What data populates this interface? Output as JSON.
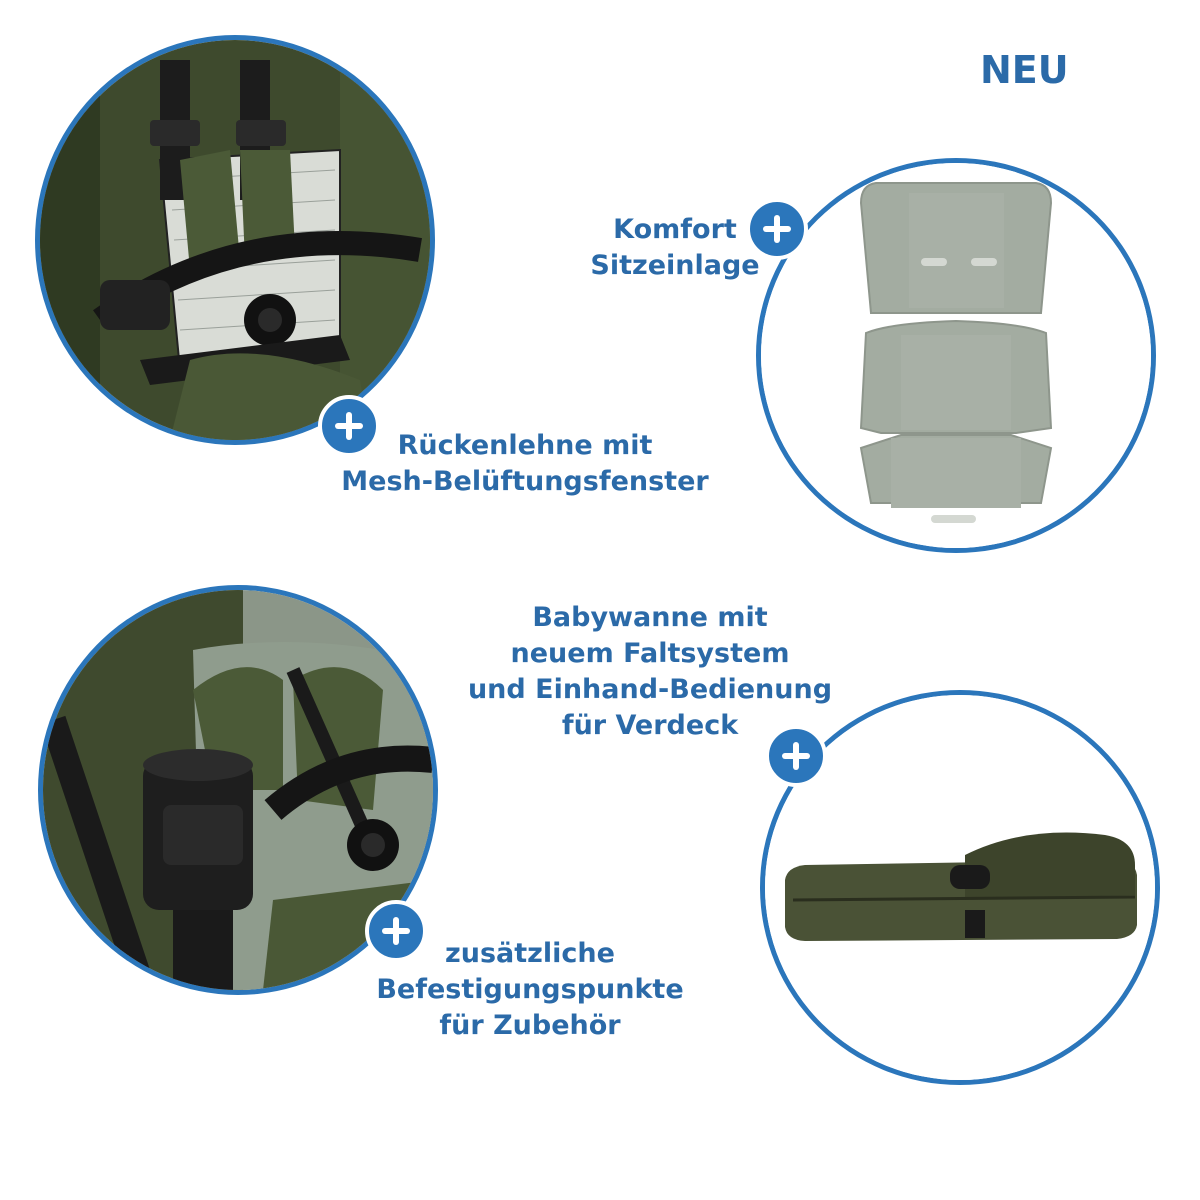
{
  "badge": {
    "new_label": "NEU"
  },
  "features": {
    "backrest": {
      "line1": "Rückenlehne mit",
      "line2": "Mesh-Belüftungsfenster"
    },
    "comfort": {
      "line1": "Komfort",
      "line2": "Sitzeinlage"
    },
    "carrycot": {
      "line1": "Babywanne mit",
      "line2": "neuem Faltsystem",
      "line3": "und Einhand-Bedienung",
      "line4": "für Verdeck"
    },
    "attachments": {
      "line1": "zusätzliche",
      "line2": "Befestigungspunkte",
      "line3": "für Zubehör"
    }
  },
  "colors": {
    "accent": "#2b76bb",
    "text": "#2b6aa8",
    "olive": "#3d4a2c",
    "sage": "#a3aca1"
  }
}
